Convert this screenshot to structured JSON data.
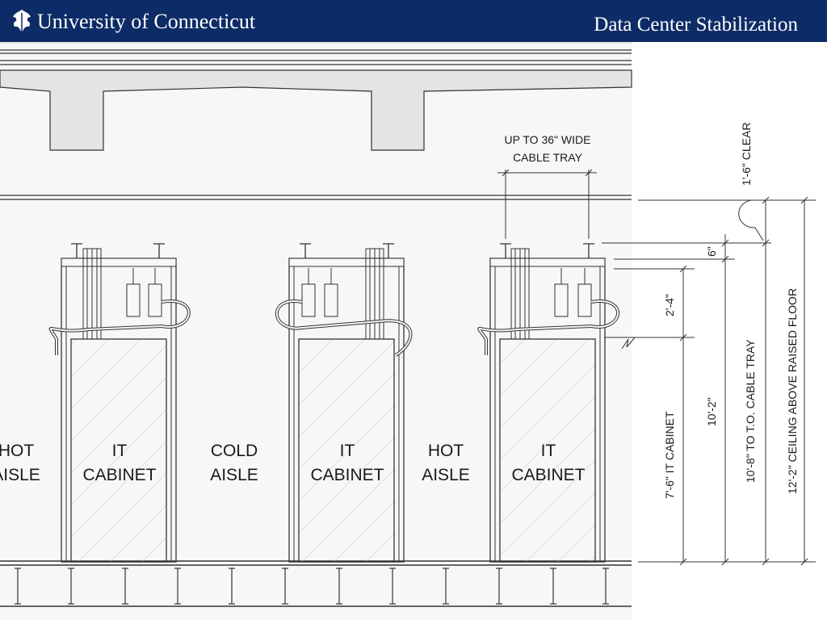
{
  "header": {
    "brand": "University of Connecticut",
    "title": "Data Center Stabilization",
    "logo_icon": "oak-leaf-icon",
    "background_color": "#0d2b66"
  },
  "diagram": {
    "aisle_labels": [
      {
        "line1": "HOT",
        "line2": "AISLE"
      },
      {
        "line1": "COLD",
        "line2": "AISLE"
      },
      {
        "line1": "HOT",
        "line2": "AISLE"
      }
    ],
    "cabinet_label": {
      "line1": "IT",
      "line2": "CABINET"
    },
    "cable_tray_note": {
      "line1": "UP TO 36\" WIDE",
      "line2": "CABLE TRAY"
    },
    "dimensions": {
      "clear": "1'-6\" CLEAR",
      "tray_gap": "6\"",
      "above_cabinet": "2'-4\"",
      "cabinet_height": "7'-6\" IT CABINET",
      "to_tray_bottom": "10'-2\"",
      "to_tray_top": "10'-8\" TO T.O. CABLE TRAY",
      "ceiling": "12'-2\" CEILING ABOVE RAISED FLOOR"
    }
  }
}
